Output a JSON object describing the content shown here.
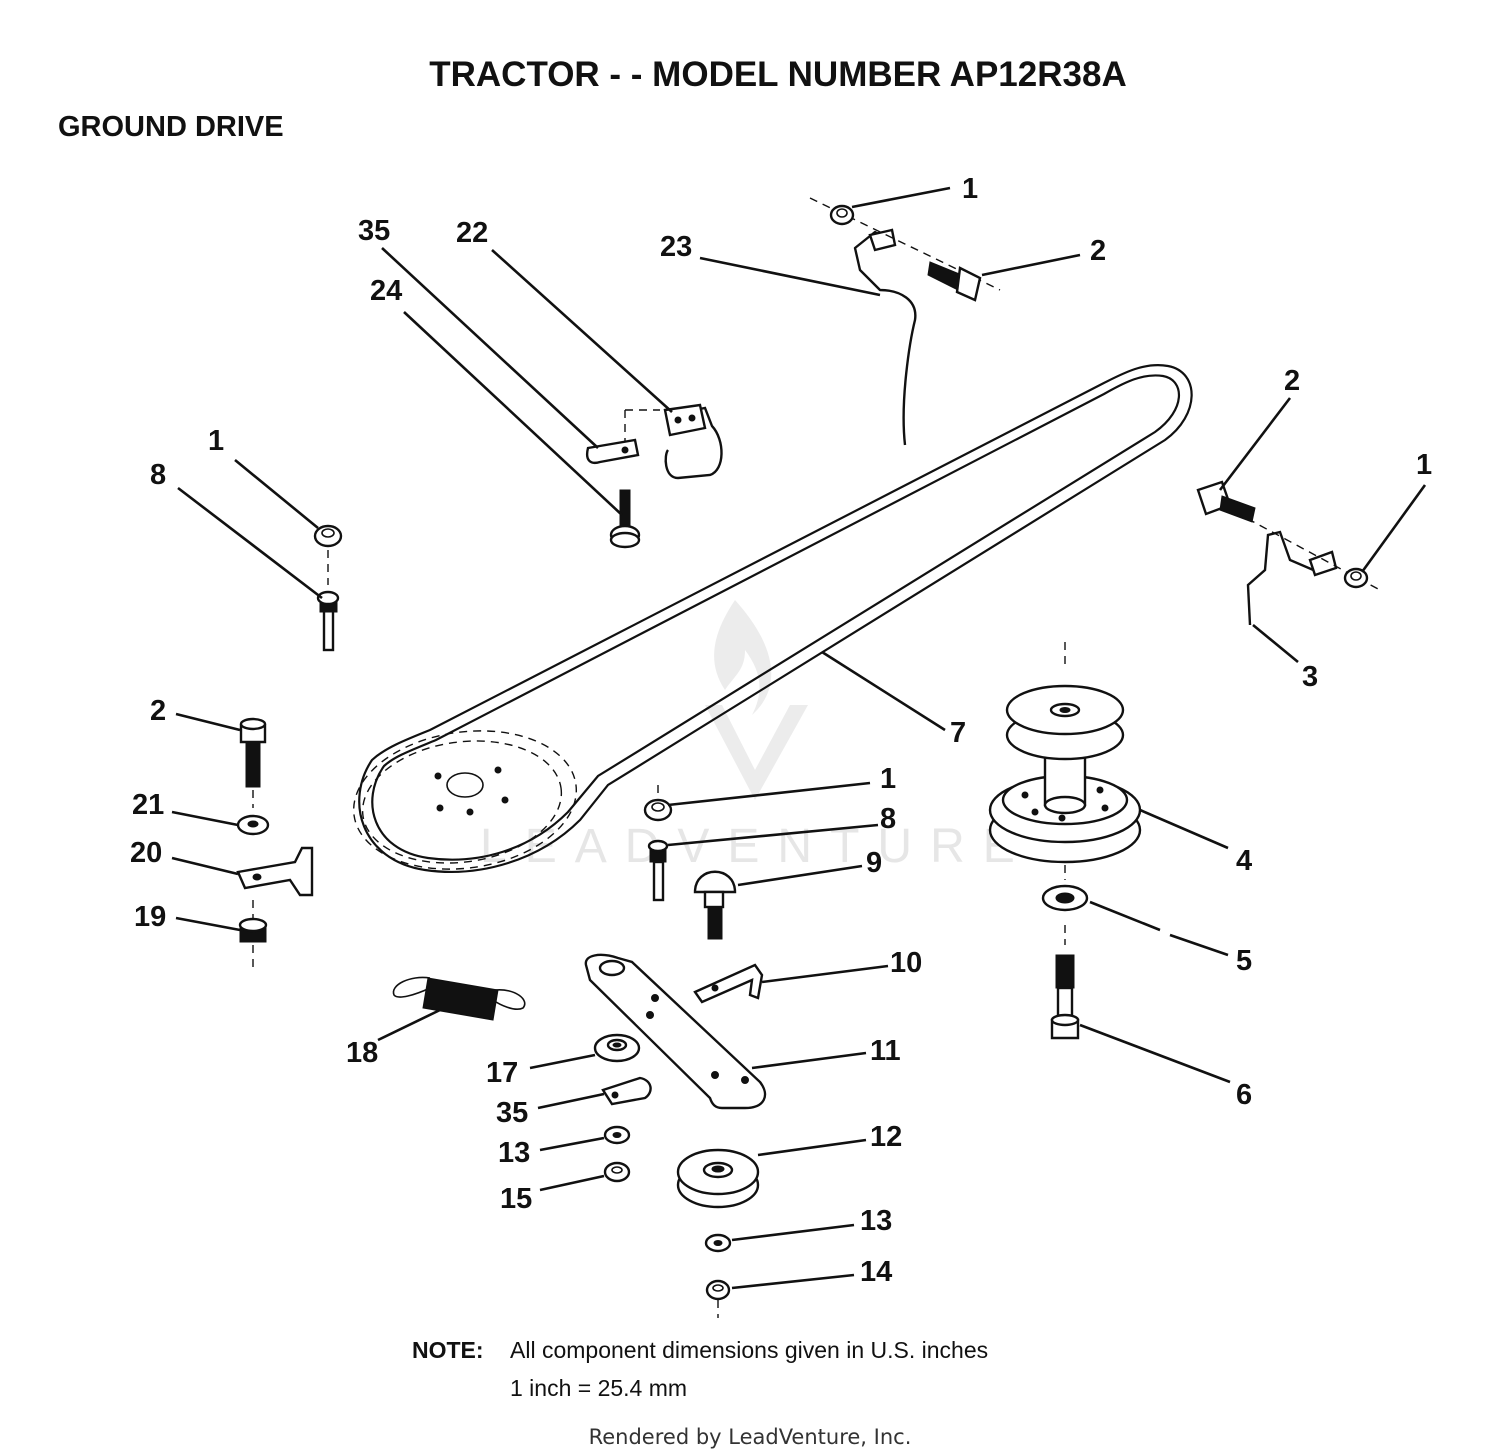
{
  "header": {
    "title": "TRACTOR - - MODEL NUMBER AP12R38A",
    "section": "GROUND DRIVE"
  },
  "callouts": [
    {
      "id": "c1",
      "text": "1"
    },
    {
      "id": "c2",
      "text": "2"
    },
    {
      "id": "c3",
      "text": "23"
    },
    {
      "id": "c4",
      "text": "35"
    },
    {
      "id": "c5",
      "text": "22"
    },
    {
      "id": "c6",
      "text": "24"
    },
    {
      "id": "c7",
      "text": "2"
    },
    {
      "id": "c8",
      "text": "1"
    },
    {
      "id": "c9",
      "text": "3"
    },
    {
      "id": "c10",
      "text": "1"
    },
    {
      "id": "c11",
      "text": "8"
    },
    {
      "id": "c12",
      "text": "7"
    },
    {
      "id": "c13",
      "text": "4"
    },
    {
      "id": "c14",
      "text": "5"
    },
    {
      "id": "c15",
      "text": "6"
    },
    {
      "id": "c16",
      "text": "2"
    },
    {
      "id": "c17",
      "text": "21"
    },
    {
      "id": "c18",
      "text": "20"
    },
    {
      "id": "c19",
      "text": "19"
    },
    {
      "id": "c20",
      "text": "1"
    },
    {
      "id": "c21",
      "text": "8"
    },
    {
      "id": "c22",
      "text": "9"
    },
    {
      "id": "c23",
      "text": "10"
    },
    {
      "id": "c24",
      "text": "18"
    },
    {
      "id": "c25",
      "text": "11"
    },
    {
      "id": "c26",
      "text": "17"
    },
    {
      "id": "c27",
      "text": "35"
    },
    {
      "id": "c28",
      "text": "13"
    },
    {
      "id": "c29",
      "text": "15"
    },
    {
      "id": "c30",
      "text": "12"
    },
    {
      "id": "c31",
      "text": "13"
    },
    {
      "id": "c32",
      "text": "14"
    }
  ],
  "note": {
    "label": "NOTE:",
    "line1": "All component dimensions given in U.S. inches",
    "line2": "1 inch = 25.4 mm"
  },
  "watermark": "LEADVENTURE",
  "footer": "Rendered by LeadVenture, Inc."
}
